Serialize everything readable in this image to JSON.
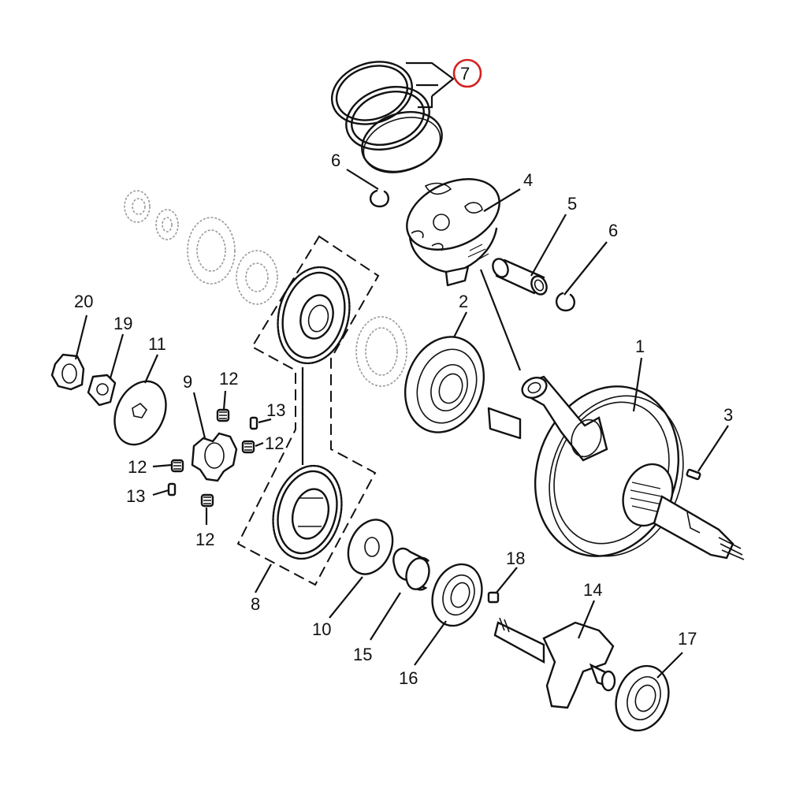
{
  "highlight_color": "#d42020",
  "callouts": [
    {
      "id": "1",
      "text": "1"
    },
    {
      "id": "2",
      "text": "2"
    },
    {
      "id": "3",
      "text": "3"
    },
    {
      "id": "4",
      "text": "4"
    },
    {
      "id": "5",
      "text": "5"
    },
    {
      "id": "6a",
      "text": "6"
    },
    {
      "id": "6b",
      "text": "6"
    },
    {
      "id": "7",
      "text": "7",
      "highlighted": true
    },
    {
      "id": "8",
      "text": "8"
    },
    {
      "id": "9",
      "text": "9"
    },
    {
      "id": "10",
      "text": "10"
    },
    {
      "id": "11",
      "text": "11"
    },
    {
      "id": "12a",
      "text": "12"
    },
    {
      "id": "12b",
      "text": "12"
    },
    {
      "id": "12c",
      "text": "12"
    },
    {
      "id": "12d",
      "text": "12"
    },
    {
      "id": "13a",
      "text": "13"
    },
    {
      "id": "13b",
      "text": "13"
    },
    {
      "id": "14",
      "text": "14"
    },
    {
      "id": "15",
      "text": "15"
    },
    {
      "id": "16",
      "text": "16"
    },
    {
      "id": "17",
      "text": "17"
    },
    {
      "id": "18",
      "text": "18"
    },
    {
      "id": "19",
      "text": "19"
    },
    {
      "id": "20",
      "text": "20"
    }
  ]
}
